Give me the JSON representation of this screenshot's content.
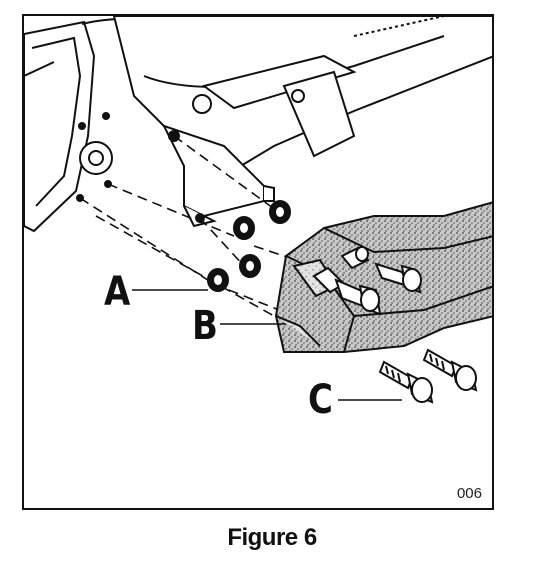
{
  "figure": {
    "callouts": {
      "a": "A",
      "b": "B",
      "c": "C"
    },
    "reference_code": "006",
    "caption": "Figure 6"
  },
  "colors": {
    "ink": "#111111",
    "paper": "#ffffff",
    "stipple": "#9a9a9a"
  }
}
